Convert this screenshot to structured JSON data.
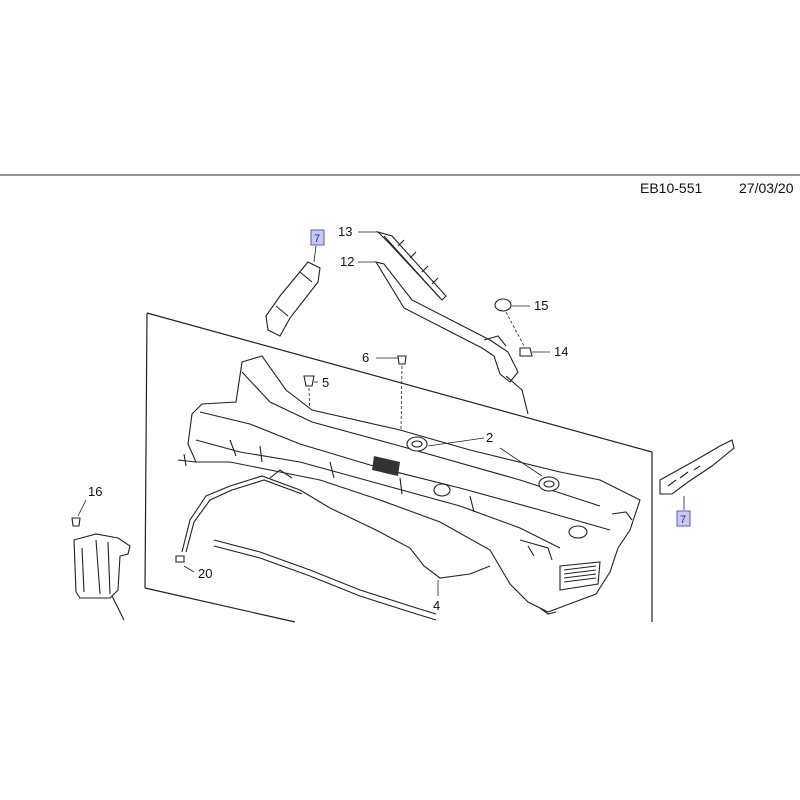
{
  "header": {
    "code": "EB10-551",
    "date": "27/03/20"
  },
  "callouts": [
    {
      "id": "callout-13",
      "label": "13"
    },
    {
      "id": "callout-12",
      "label": "12"
    },
    {
      "id": "callout-15",
      "label": "15"
    },
    {
      "id": "callout-6",
      "label": "6"
    },
    {
      "id": "callout-5",
      "label": "5"
    },
    {
      "id": "callout-14",
      "label": "14"
    },
    {
      "id": "callout-2",
      "label": "2"
    },
    {
      "id": "callout-16",
      "label": "16"
    },
    {
      "id": "callout-20",
      "label": "20"
    },
    {
      "id": "callout-4",
      "label": "4"
    }
  ],
  "highlighted_callouts": [
    {
      "id": "callout-7-left",
      "label": "7"
    },
    {
      "id": "callout-7-right",
      "label": "7"
    }
  ],
  "colors": {
    "highlight_fill": "#c8c8f0",
    "highlight_border": "#5a5ac8",
    "line": "#222222"
  }
}
